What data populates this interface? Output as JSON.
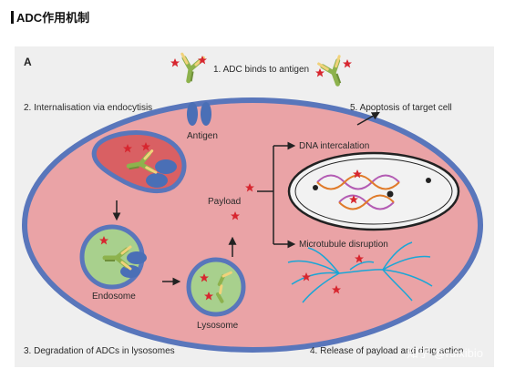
{
  "heading": "ADC作用机制",
  "panel_letter": "A",
  "steps": {
    "step1": "1. ADC binds to antigen",
    "step2": "2. Internalisation via endocytisis",
    "step3": "3. Degradation of ADCs in lysosomes",
    "step4": "4. Release of payload and drug action",
    "step5": "5. Apoptosis of target cell"
  },
  "labels": {
    "antigen": "Antigen",
    "endosome": "Endosome",
    "lysosome": "Lysosome",
    "payload": "Payload",
    "dna": "DNA intercalation",
    "microtubule": "Microtubule disruption"
  },
  "watermark": "知乎 @ruixibio",
  "colors": {
    "panel_bg": "#efefef",
    "cell_fill": "#eaa3a6",
    "membrane": "#5976bb",
    "antigen": "#4a6fb6",
    "vesicle": "#a8d08d",
    "payload": "#d7262f",
    "antibody_green": "#8db24d",
    "antibody_yellow": "#f1d27b",
    "nucleus": "#f2f2f2"
  }
}
